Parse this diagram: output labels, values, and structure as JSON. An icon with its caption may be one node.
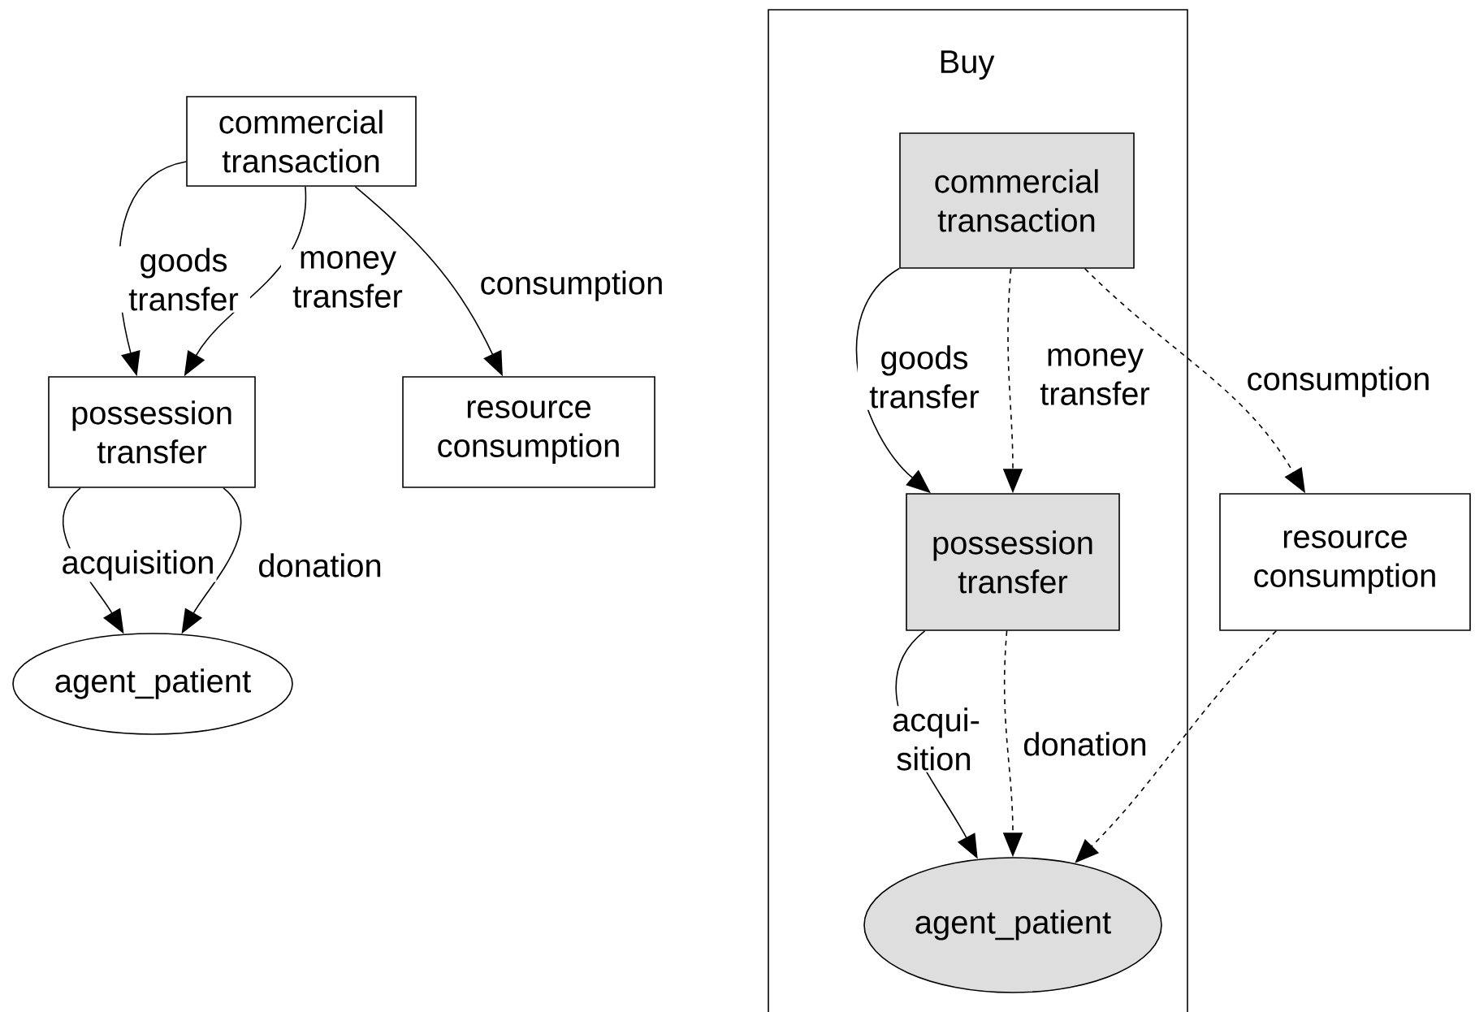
{
  "diagram": {
    "nodes": [
      {
        "text": [
          "commercial transaction"
        ]
      },
      {
        "text": [
          "possession transfer"
        ]
      },
      {
        "text": [
          "resource consumption"
        ]
      },
      {
        "text": [
          "agent_patient"
        ]
      },
      {
        "text": [
          "Buy"
        ]
      },
      {
        "text": [
          "commercial transaction"
        ],
        "in": 4
      },
      {
        "text": [
          "possession transfer"
        ],
        "in": 4
      },
      {
        "text": [
          "agent_patient"
        ],
        "in": 4
      },
      {
        "text": [
          "resource consumption"
        ]
      }
    ],
    "edges": [
      {
        "from": 0,
        "to": 1,
        "arrow": "to",
        "label": "goods transfer"
      },
      {
        "from": 0,
        "to": 1,
        "arrow": "to",
        "label": "money transfer"
      },
      {
        "from": 0,
        "to": 2,
        "arrow": "to",
        "label": "consumption"
      },
      {
        "from": 1,
        "to": 3,
        "arrow": "to",
        "label": "acquisition"
      },
      {
        "from": 1,
        "to": 3,
        "arrow": "to",
        "label": "donation"
      },
      {
        "from": 5,
        "to": 6,
        "arrow": "to",
        "label": "goods transfer"
      },
      {
        "from": 5,
        "to": 6,
        "arrow": "to",
        "label": "money transfer",
        "style": "dashed"
      },
      {
        "from": 5,
        "to": 8,
        "arrow": "to",
        "label": "consumption",
        "style": "dashed"
      },
      {
        "from": 6,
        "to": 7,
        "arrow": "to",
        "label": "acqui- sition"
      },
      {
        "from": 6,
        "to": 7,
        "arrow": "to",
        "label": "donation",
        "style": "dashed"
      },
      {
        "from": 8,
        "to": 7,
        "arrow": "to",
        "style": "dashed"
      }
    ]
  }
}
